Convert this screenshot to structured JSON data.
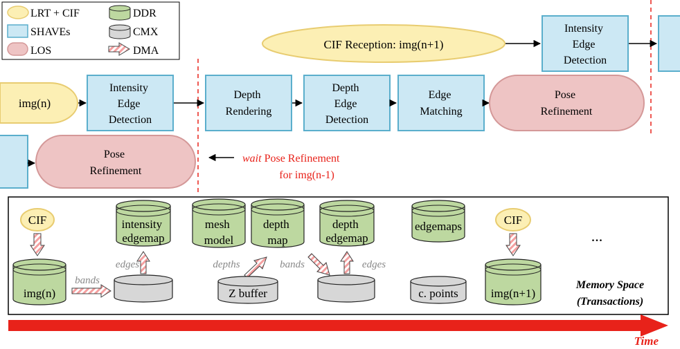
{
  "legend": {
    "lrt_cif": "LRT + CIF",
    "shaves": "SHAVEs",
    "los": "LOS",
    "ddr": "DDR",
    "cmx": "CMX",
    "dma": "DMA"
  },
  "pipeline": {
    "cif_reception": "CIF Reception: img(n+1)",
    "top_ied": [
      "Intensity",
      "Edge",
      "Detection"
    ],
    "img_n": "img(n)",
    "mid_ied": [
      "Intensity",
      "Edge",
      "Detection"
    ],
    "depth_rendering": [
      "Depth",
      "Rendering"
    ],
    "depth_edge_detection": [
      "Depth",
      "Edge",
      "Detection"
    ],
    "edge_matching": [
      "Edge",
      "Matching"
    ],
    "pose_refinement": [
      "Pose",
      "Refinement"
    ],
    "prev_pose_refinement": [
      "Pose",
      "Refinement"
    ],
    "wait_word": "wait",
    "wait_rest": "Pose Refinement",
    "wait_line2": "for img(n-1)"
  },
  "memory": {
    "cif_left": "CIF",
    "cif_right": "CIF",
    "img_n": "img(n)",
    "intensity_edgemap": [
      "intensity",
      "edgemap"
    ],
    "mesh_model": [
      "mesh",
      "model"
    ],
    "depth_map": [
      "depth",
      "map"
    ],
    "depth_edgemap": [
      "depth",
      "edgemap"
    ],
    "edgemaps": "edgemaps",
    "img_n1": "img(n+1)",
    "z_buffer": "Z buffer",
    "c_points": "c. points",
    "bands_left": "bands",
    "edges_left": "edges",
    "depths": "depths",
    "bands_mid": "bands",
    "edges_mid": "edges",
    "ellipsis": "...",
    "caption_line1": "Memory Space",
    "caption_line2": "(Transactions)"
  },
  "time_label": "Time",
  "colors": {
    "lrt_cif_fill": "#fcefb4",
    "lrt_cif_stroke": "#e8cc70",
    "shaves_fill": "#cce8f4",
    "shaves_stroke": "#5aaecc",
    "los_fill": "#eec4c4",
    "los_stroke": "#d49898",
    "ddr_fill": "#bdd8a0",
    "cmx_fill": "#d7d7d7",
    "red": "#e8221a"
  }
}
